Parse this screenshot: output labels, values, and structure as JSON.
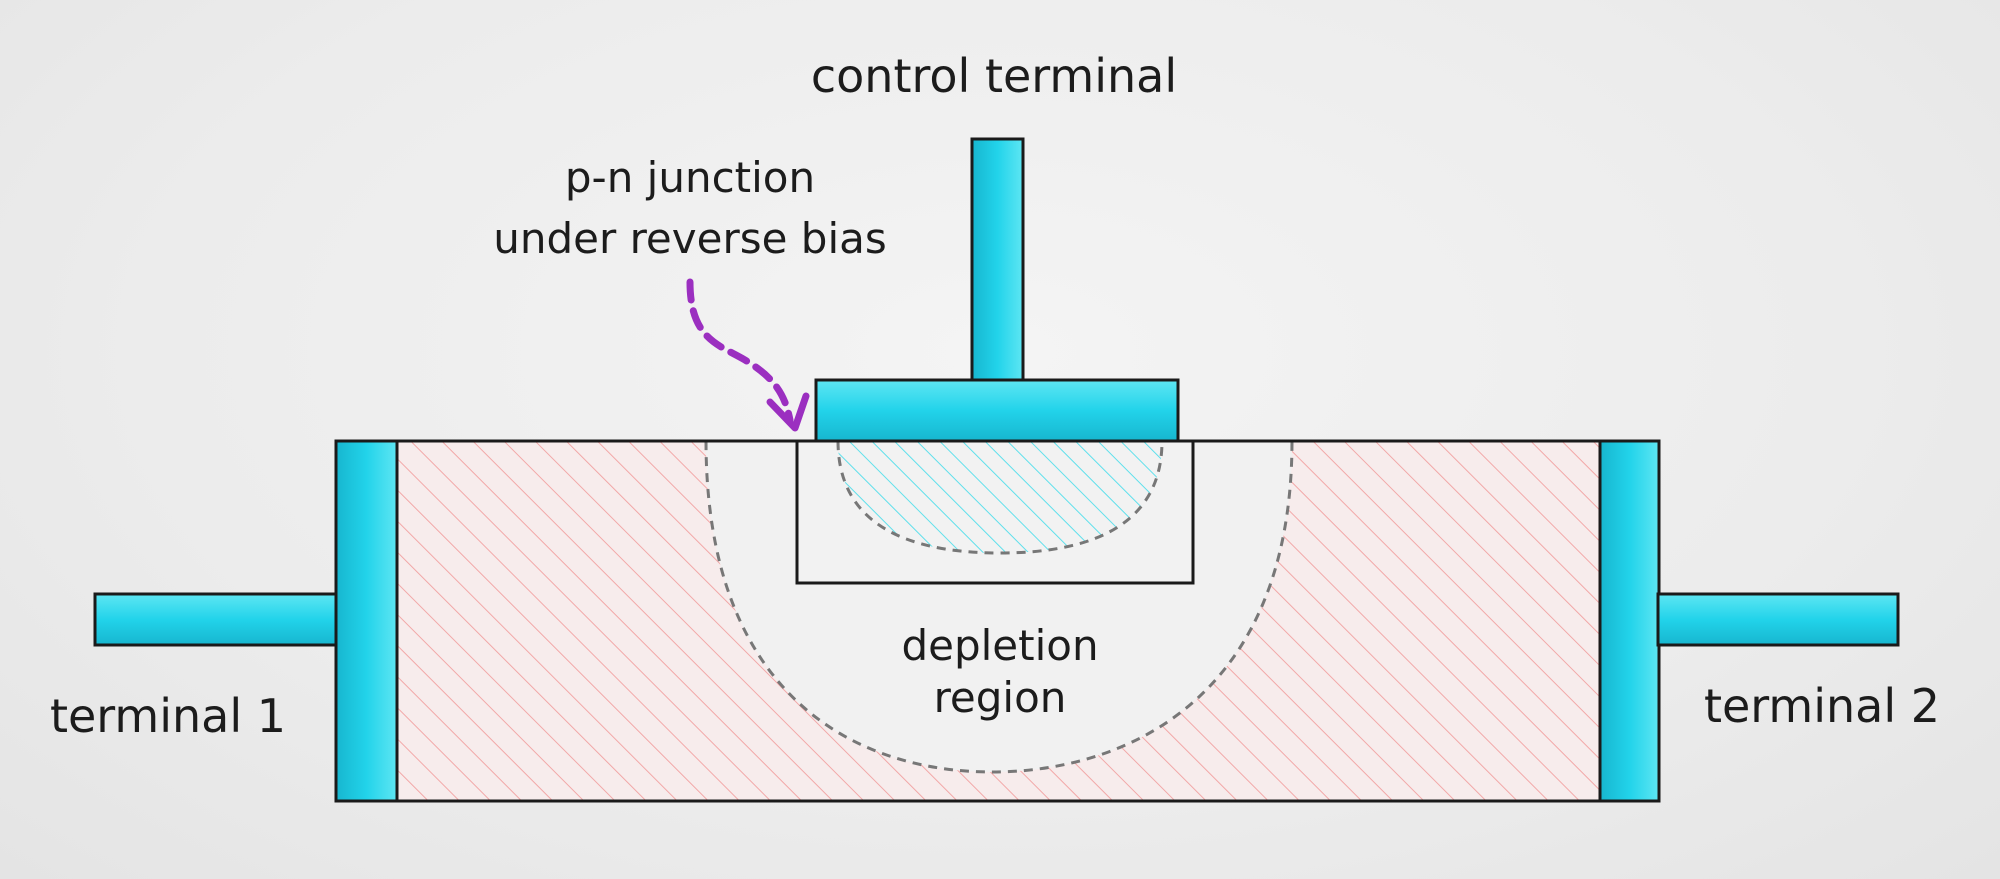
{
  "diagram": {
    "labels": {
      "control_terminal": "control terminal",
      "junction_line1": "p-n junction",
      "junction_line2": "under reverse bias",
      "depletion_line1": "depletion",
      "depletion_line2": "region",
      "terminal_1": "terminal 1",
      "terminal_2": "terminal 2"
    },
    "colors": {
      "electrode": "#22d3ea",
      "electrode_dark": "#14a9c0",
      "outline": "#1a1a1a",
      "channel_hatch": "#f2a8a8",
      "gate_hatch": "#5fe0ec",
      "arrow": "#9b2fc0",
      "boundary": "#777777"
    }
  }
}
